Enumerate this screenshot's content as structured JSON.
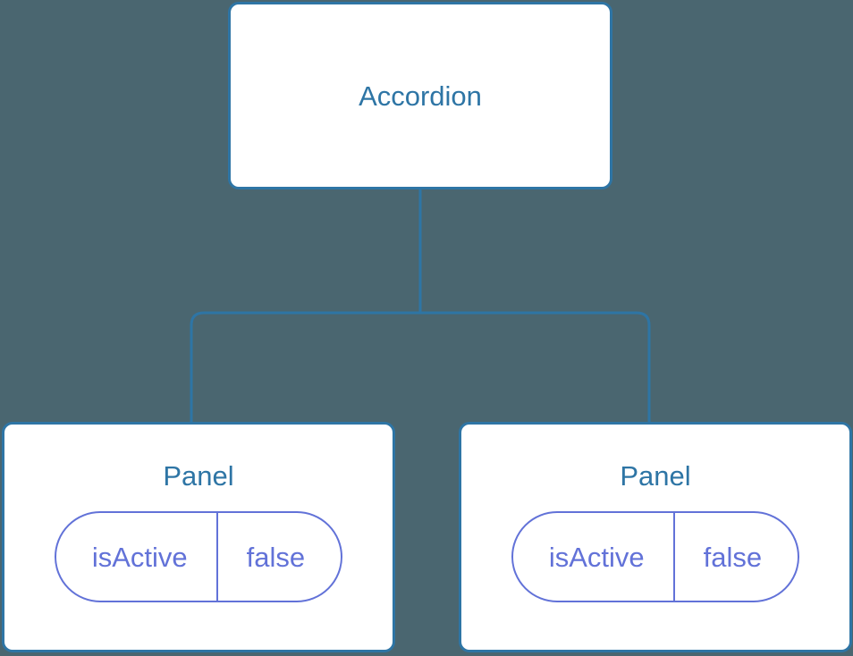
{
  "diagram": {
    "type": "component-tree",
    "background_color": "#4a6670",
    "node_border_color": "#2e75a5",
    "node_title_color": "#2e75a5",
    "state_pill_color": "#6272d8",
    "connector_color": "#2e75a5",
    "root": {
      "title": "Accordion"
    },
    "children": [
      {
        "title": "Panel",
        "state": {
          "key": "isActive",
          "value": "false"
        }
      },
      {
        "title": "Panel",
        "state": {
          "key": "isActive",
          "value": "false"
        }
      }
    ]
  }
}
